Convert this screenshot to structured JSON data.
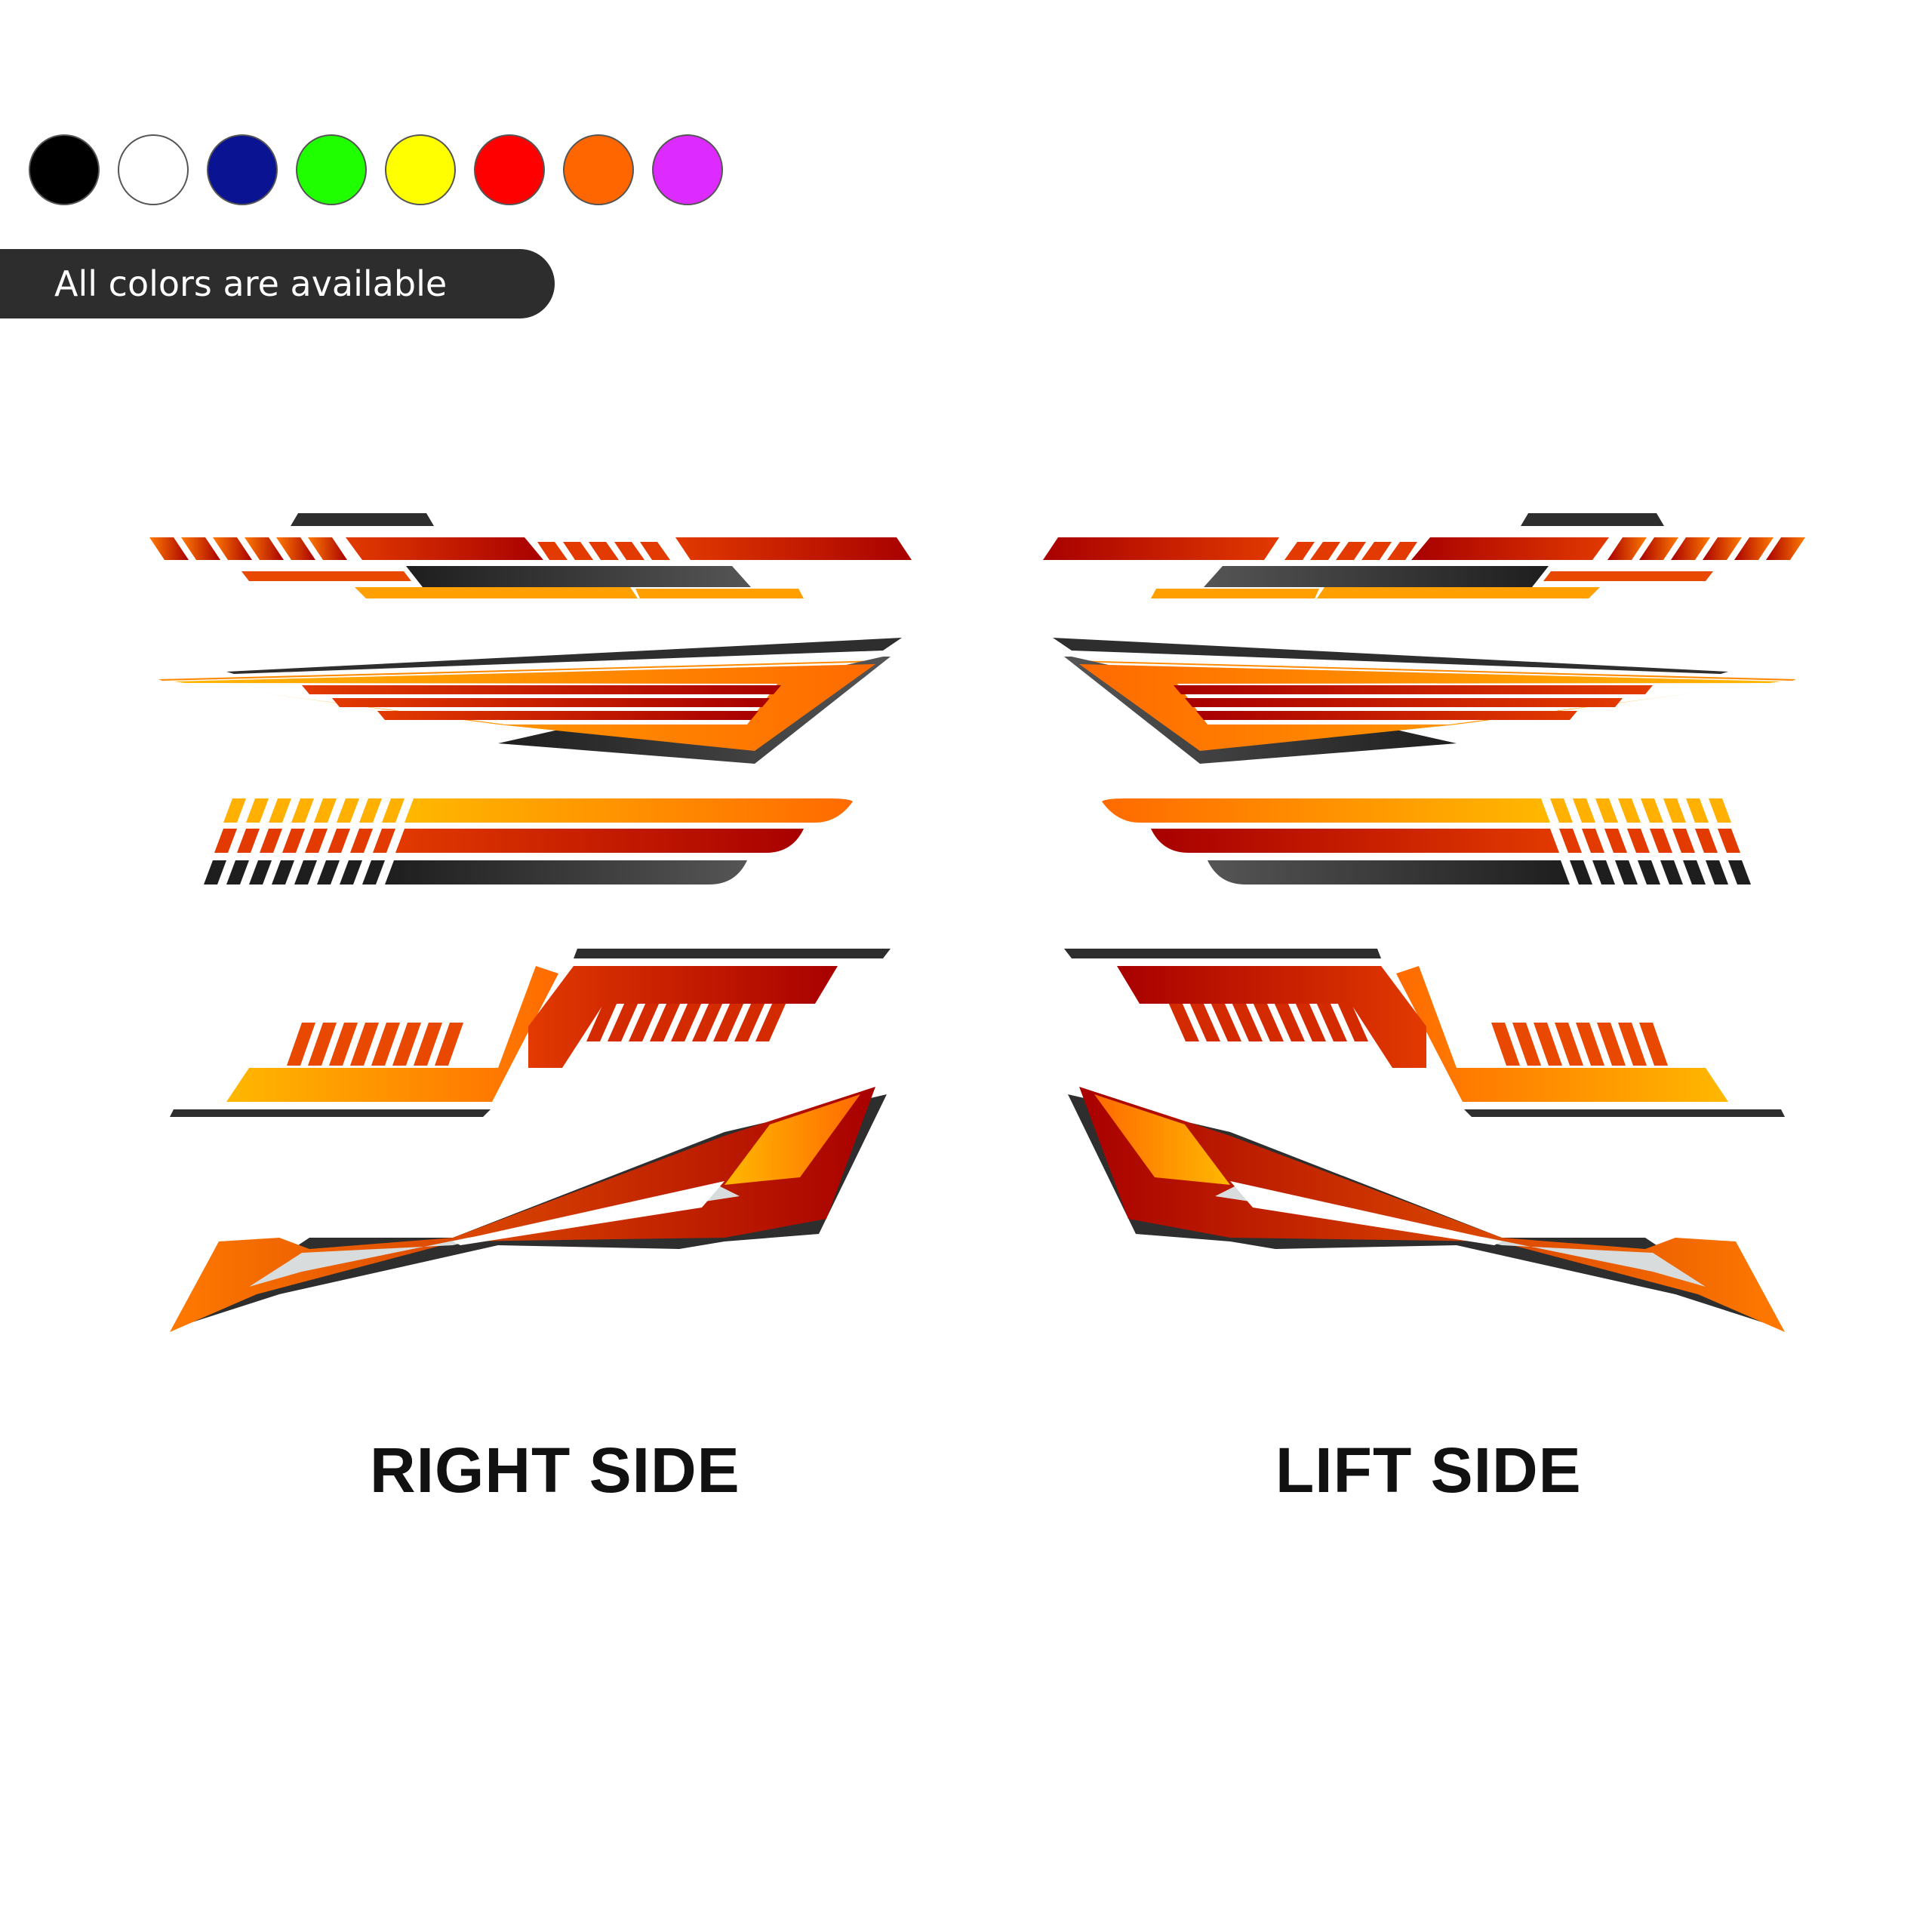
{
  "color_swatches": [
    {
      "name": "black",
      "color": "#000000"
    },
    {
      "name": "white",
      "color": "#ffffff"
    },
    {
      "name": "navy",
      "color": "#0a1391"
    },
    {
      "name": "green",
      "color": "#20ff00"
    },
    {
      "name": "yellow",
      "color": "#ffff00"
    },
    {
      "name": "red",
      "color": "#ff0000"
    },
    {
      "name": "orange",
      "color": "#ff6600"
    },
    {
      "name": "magenta",
      "color": "#dd2bff"
    }
  ],
  "banner": {
    "text": "All colors are available"
  },
  "labels": {
    "right": "RIGHT SIDE",
    "left": "LIFT SIDE"
  },
  "palette": {
    "dark_red": "#a80000",
    "red": "#d42a00",
    "orange": "#ff6a00",
    "amber": "#ffb000",
    "dark_gray": "#2e2e2e",
    "light_gray": "#d8dcdd"
  }
}
